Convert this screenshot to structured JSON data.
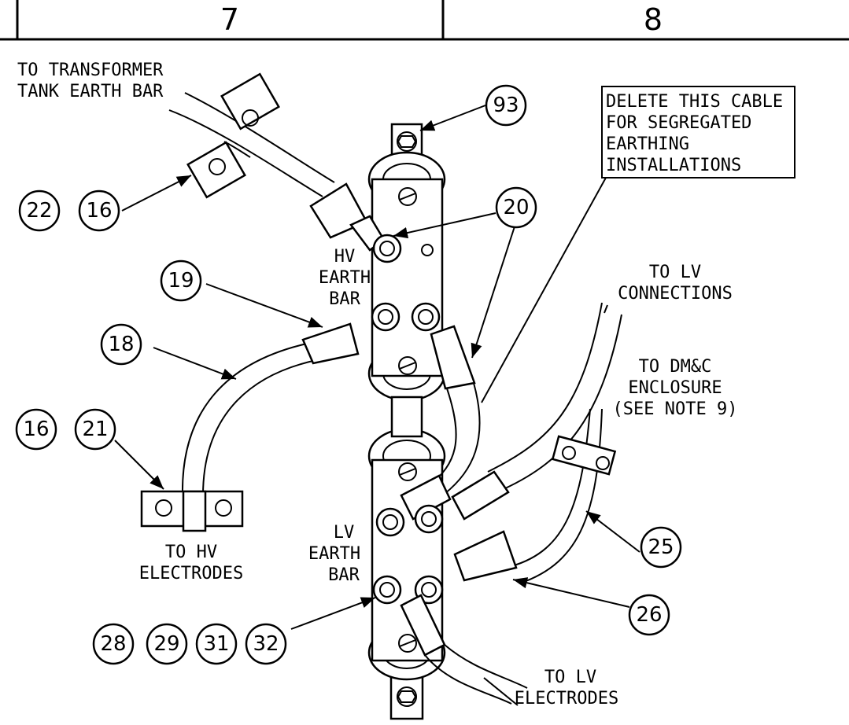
{
  "header": {
    "zone_left": "7",
    "zone_right": "8"
  },
  "labels": {
    "transformer_line1": "TO TRANSFORMER",
    "transformer_line2": "TANK EARTH BAR",
    "note_line1": "DELETE THIS CABLE",
    "note_line2": "FOR SEGREGATED",
    "note_line3": "EARTHING",
    "note_line4": "INSTALLATIONS",
    "hv_bar_line1": "HV",
    "hv_bar_line2": "EARTH",
    "hv_bar_line3": "BAR",
    "lv_conn_line1": "TO LV",
    "lv_conn_line2": "CONNECTIONS",
    "dmc_line1": "TO DM&C",
    "dmc_line2": "ENCLOSURE",
    "dmc_line3": "(SEE NOTE 9)",
    "hv_elec_line1": "TO HV",
    "hv_elec_line2": "ELECTRODES",
    "lv_bar_line1": "LV",
    "lv_bar_line2": "EARTH",
    "lv_bar_line3": "BAR",
    "lv_elec_line1": "TO LV",
    "lv_elec_line2": "ELECTRODES"
  },
  "balloons": {
    "b93": "93",
    "b22": "22",
    "b16a": "16",
    "b20": "20",
    "b19": "19",
    "b18": "18",
    "b16b": "16",
    "b21": "21",
    "b25": "25",
    "b26": "26",
    "b28": "28",
    "b29": "29",
    "b31": "31",
    "b32": "32"
  }
}
